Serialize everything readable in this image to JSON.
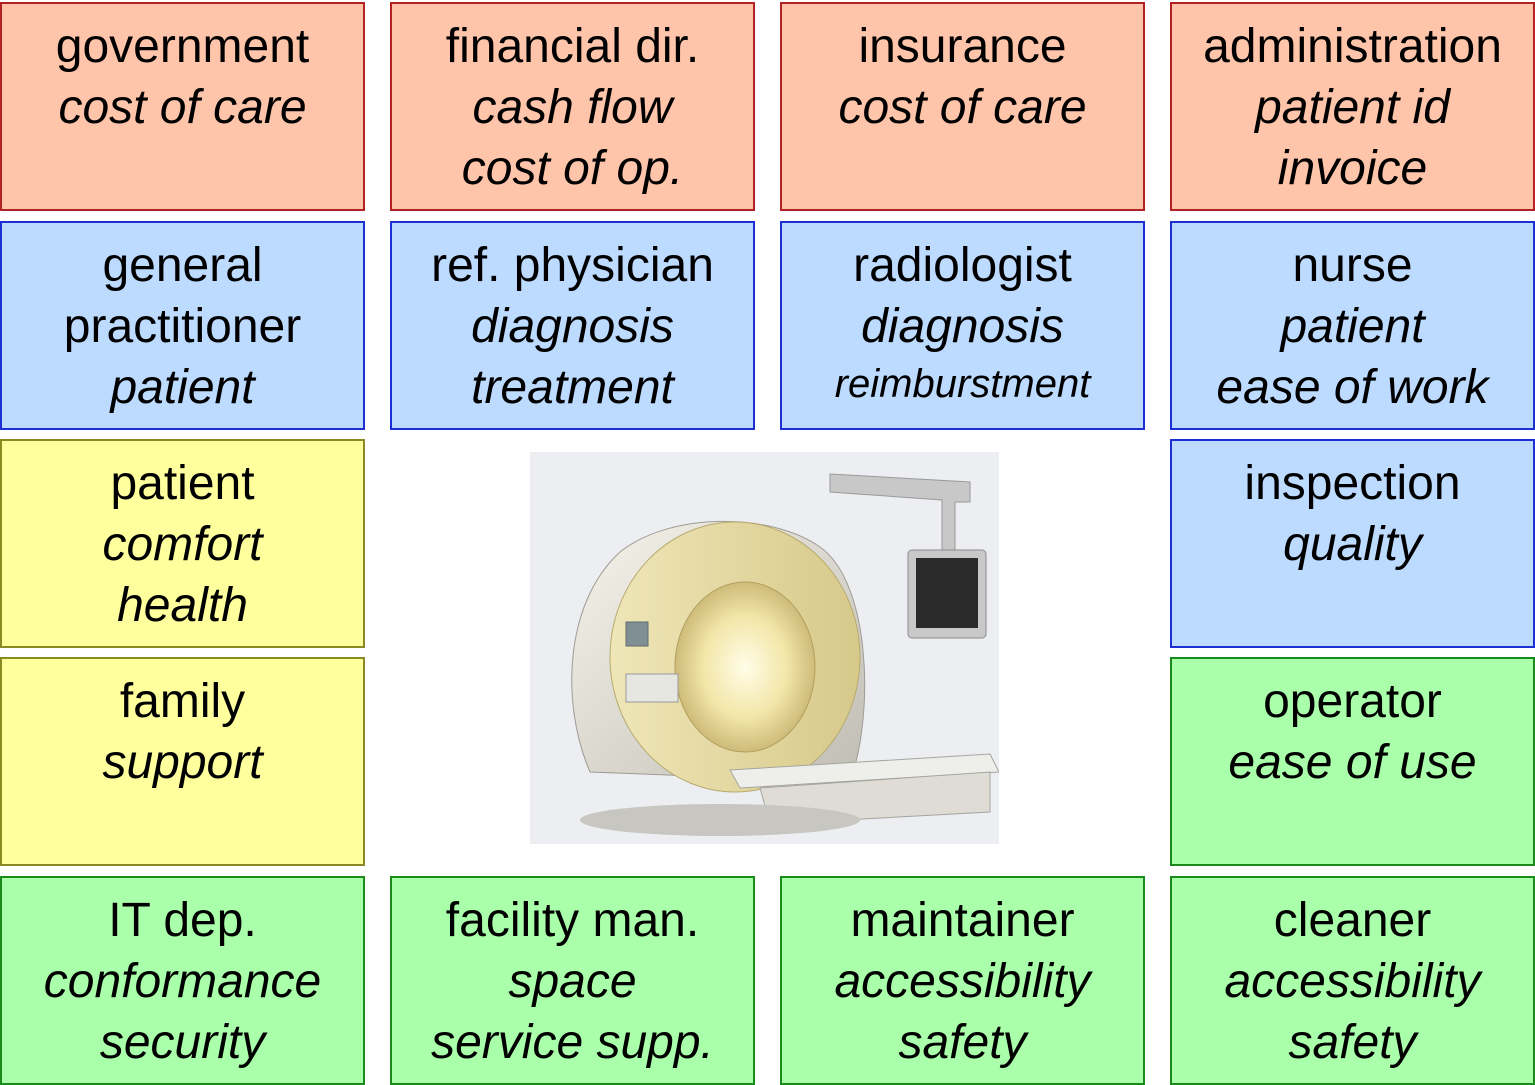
{
  "boxes": [
    {
      "role": "government",
      "concerns": [
        "cost of care"
      ],
      "color": "#ffc5ab"
    },
    {
      "role": "financial dir.",
      "concerns": [
        "cash flow",
        "cost of op."
      ],
      "color": "#ffc5ab"
    },
    {
      "role": "insurance",
      "concerns": [
        "cost of care"
      ],
      "color": "#ffc5ab"
    },
    {
      "role": "administration",
      "concerns": [
        "patient id",
        "invoice"
      ],
      "color": "#ffc5ab"
    },
    {
      "role": "general",
      "role2": "practitioner",
      "concerns": [
        "patient"
      ],
      "color": "#bddaff"
    },
    {
      "role": "ref. physician",
      "concerns": [
        "diagnosis",
        "treatment"
      ],
      "color": "#bddaff"
    },
    {
      "role": "radiologist",
      "concerns": [
        "diagnosis",
        "reimburstment"
      ],
      "color": "#bddaff"
    },
    {
      "role": "nurse",
      "concerns": [
        "patient",
        "ease of work"
      ],
      "color": "#bddaff"
    },
    {
      "role": "patient",
      "concerns": [
        "comfort",
        "health"
      ],
      "color": "#ffff9e"
    },
    {
      "role": "inspection",
      "concerns": [
        "quality"
      ],
      "color": "#bddaff"
    },
    {
      "role": "family",
      "concerns": [
        "support"
      ],
      "color": "#ffff9e"
    },
    {
      "role": "operator",
      "concerns": [
        "ease of use"
      ],
      "color": "#aaffaa"
    },
    {
      "role": "IT dep.",
      "concerns": [
        "conformance",
        "security"
      ],
      "color": "#aaffaa"
    },
    {
      "role": "facility man.",
      "concerns": [
        "space",
        "service supp."
      ],
      "color": "#aaffaa"
    },
    {
      "role": "maintainer",
      "concerns": [
        "accessibility",
        "safety"
      ],
      "color": "#aaffaa"
    },
    {
      "role": "cleaner",
      "concerns": [
        "accessibility",
        "safety"
      ],
      "color": "#aaffaa"
    }
  ],
  "image": {
    "icon": "mri-scanner-icon"
  }
}
